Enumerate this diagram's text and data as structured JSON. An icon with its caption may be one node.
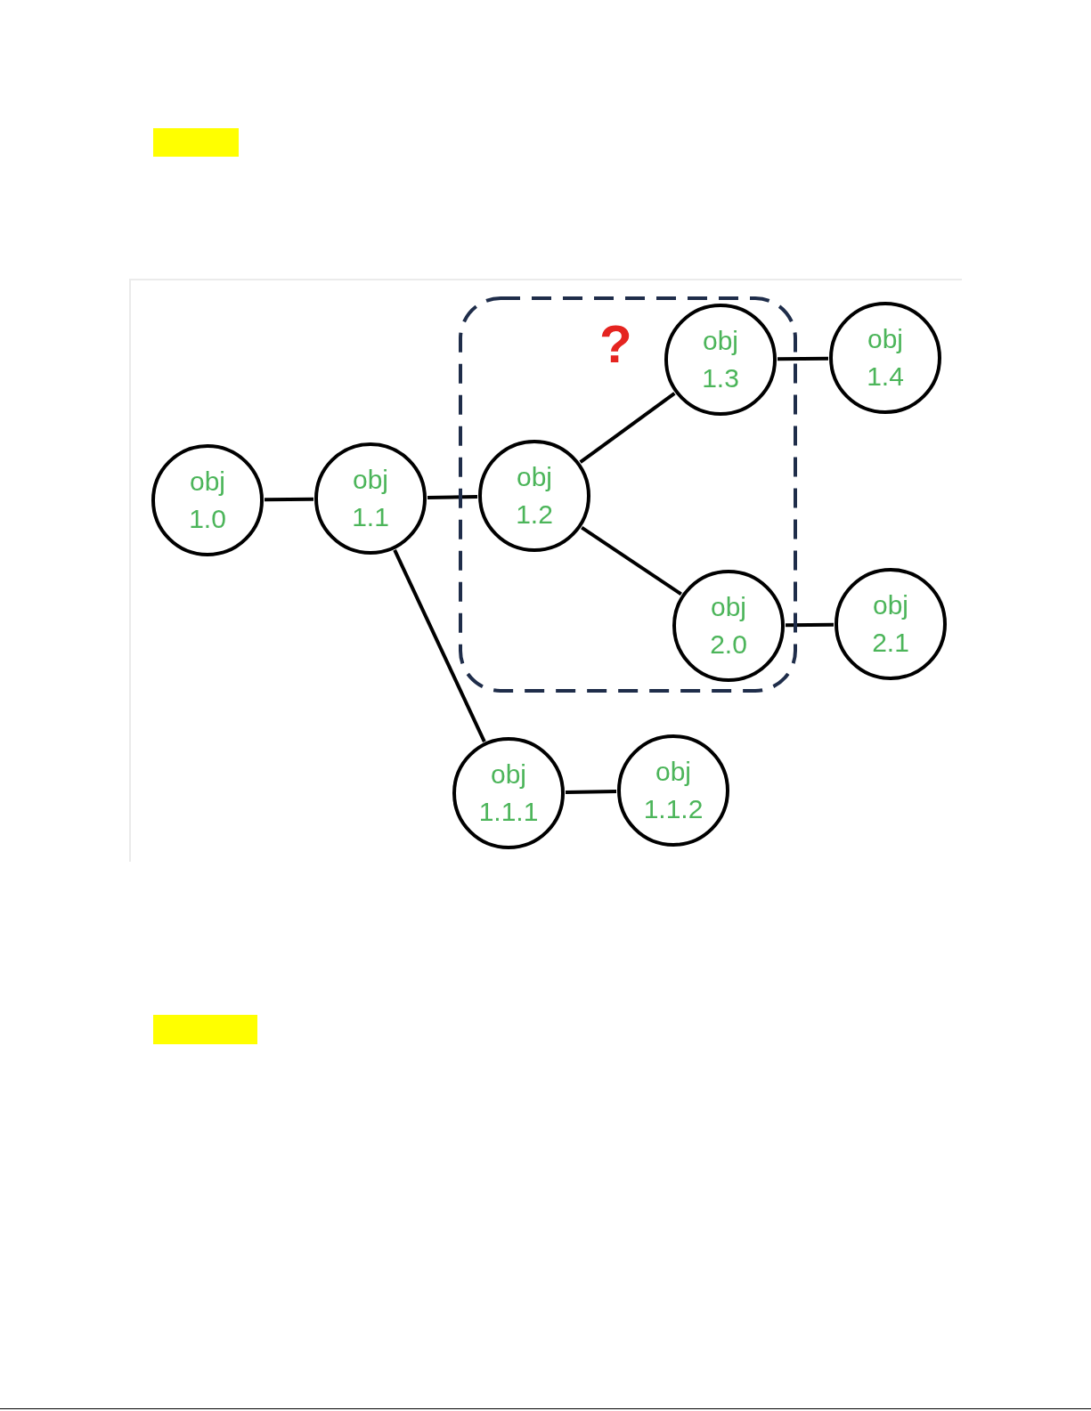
{
  "diagram": {
    "nodes": [
      {
        "text": [
          "obj 1.0"
        ]
      },
      {
        "text": [
          "obj 1.1"
        ]
      },
      {
        "text": [
          "?"
        ]
      },
      {
        "text": [
          "obj 1.2"
        ],
        "in": 2
      },
      {
        "text": [
          "obj 1.3"
        ],
        "in": 2
      },
      {
        "text": [
          "obj 2.0"
        ],
        "in": 2
      },
      {
        "text": [
          "obj 1.4"
        ]
      },
      {
        "text": [
          "obj 2.1"
        ]
      },
      {
        "text": [
          "obj 1.1.1"
        ]
      },
      {
        "text": [
          "obj 1.1.2"
        ]
      }
    ],
    "edges": [
      {
        "from": 0,
        "to": 1,
        "arrow": "none"
      },
      {
        "from": 1,
        "to": 3,
        "arrow": "none"
      },
      {
        "from": 3,
        "to": 4,
        "arrow": "none"
      },
      {
        "from": 3,
        "to": 5,
        "arrow": "none"
      },
      {
        "from": 4,
        "to": 6,
        "arrow": "none"
      },
      {
        "from": 5,
        "to": 7,
        "arrow": "none"
      },
      {
        "from": 1,
        "to": 8,
        "arrow": "none"
      },
      {
        "from": 8,
        "to": 9,
        "arrow": "none"
      }
    ]
  }
}
